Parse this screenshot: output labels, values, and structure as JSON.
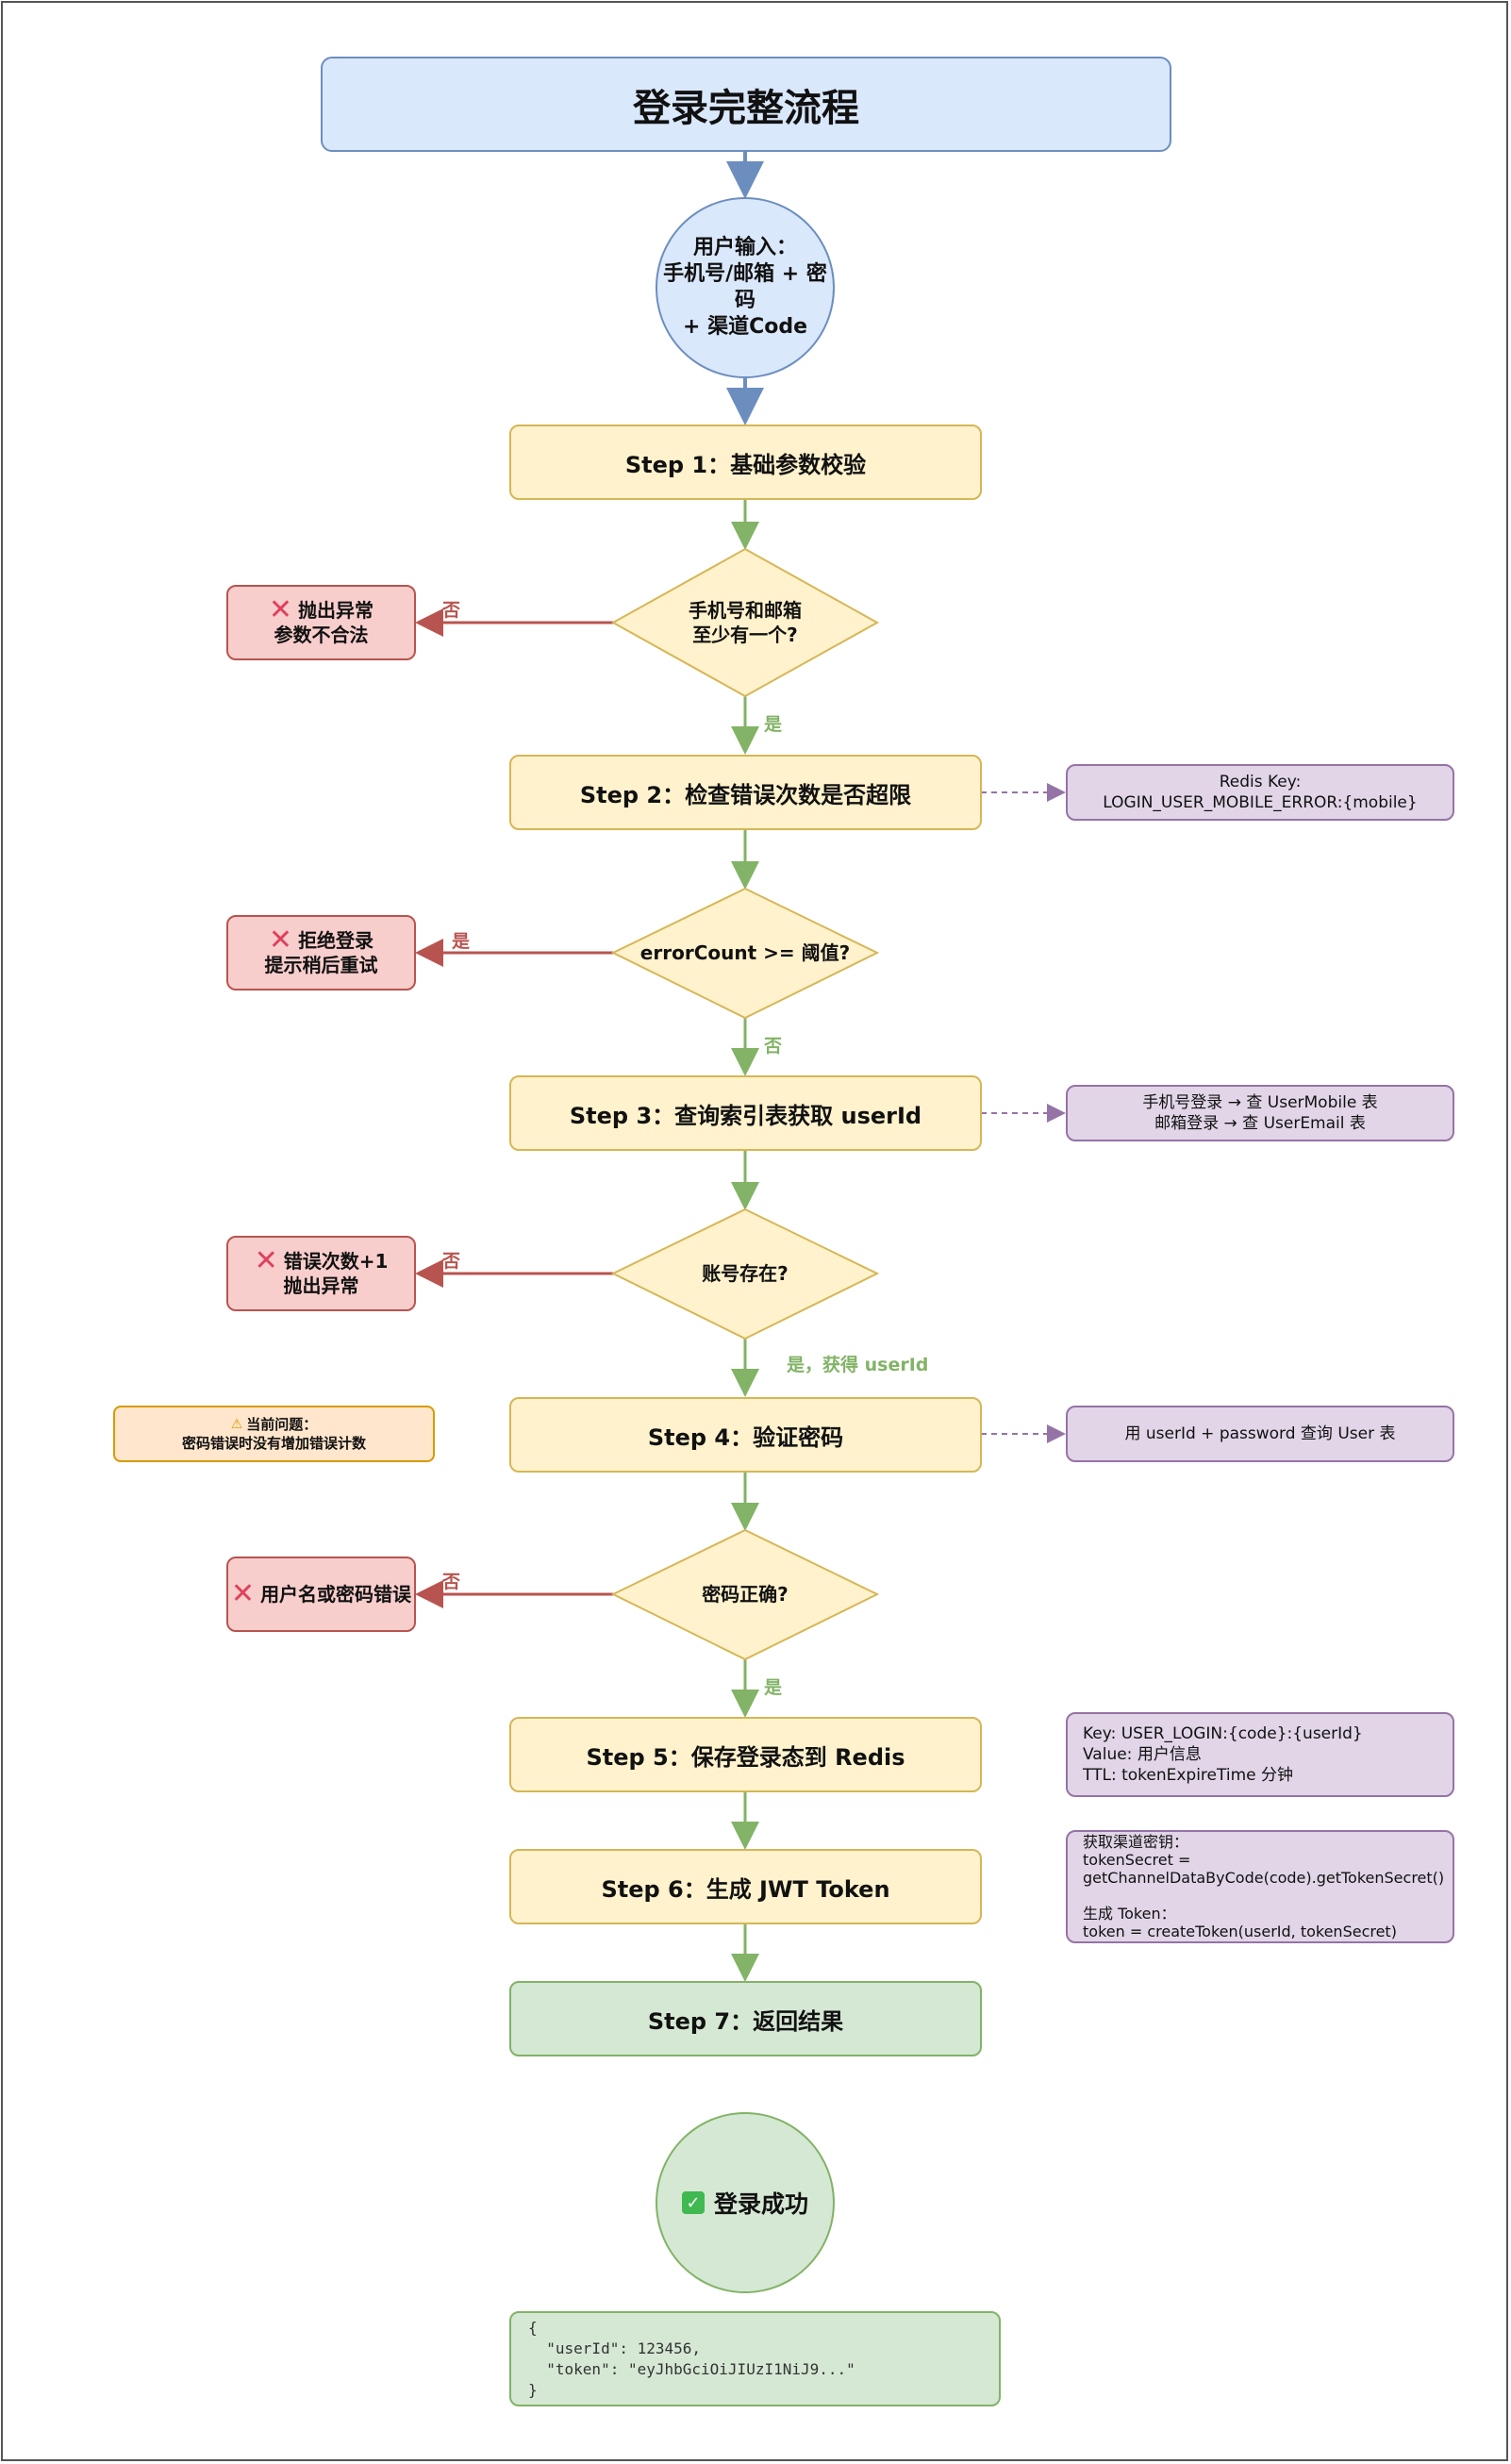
{
  "title": "登录完整流程",
  "start": {
    "line1": "用户输入：",
    "line2": "手机号/邮箱 + 密码",
    "line3": "+ 渠道Code"
  },
  "steps": {
    "s1": "Step 1：基础参数校验",
    "s2": "Step 2：检查错误次数是否超限",
    "s3": "Step 3：查询索引表获取 userId",
    "s4": "Step 4：验证密码",
    "s5": "Step 5：保存登录态到 Redis",
    "s6": "Step 6：生成 JWT Token",
    "s7": "Step 7：返回结果"
  },
  "decisions": {
    "d1": {
      "line1": "手机号和邮箱",
      "line2": "至少有一个?"
    },
    "d2": {
      "line1": "errorCount >= 阈值?"
    },
    "d3": {
      "line1": "账号存在?"
    },
    "d4": {
      "line1": "密码正确?"
    }
  },
  "errors": {
    "e1": {
      "line1": "抛出异常",
      "line2": "参数不合法"
    },
    "e2": {
      "line1": "拒绝登录",
      "line2": "提示稍后重试"
    },
    "e3": {
      "line1": "错误次数+1",
      "line2": "抛出异常"
    },
    "e4": {
      "line1": "用户名或密码错误"
    }
  },
  "labels": {
    "no": "否",
    "yes": "是",
    "yes_get_userid": "是，获得 userId"
  },
  "notes": {
    "n2": {
      "line1": "Redis Key:",
      "line2": "LOGIN_USER_MOBILE_ERROR:{mobile}"
    },
    "n3": {
      "line1": "手机号登录 → 查 UserMobile 表",
      "line2": "邮箱登录 → 查 UserEmail 表"
    },
    "n4": {
      "line1": "用 userId + password 查询 User 表"
    },
    "n5": {
      "line1": "Key: USER_LOGIN:{code}:{userId}",
      "line2": "Value: 用户信息",
      "line3": "TTL: tokenExpireTime 分钟"
    },
    "n6": {
      "line1": "获取渠道密钥：",
      "line2": "tokenSecret =",
      "line3": "getChannelDataByCode(code).getTokenSecret()",
      "line4": "生成 Token：",
      "line5": "token = createToken(userId, tokenSecret)"
    }
  },
  "warning": {
    "line1": "当前问题：",
    "line2": "密码错误时没有增加错误计数"
  },
  "success": "登录成功",
  "response_code": "{\n  \"userId\": 123456,\n  \"token\": \"eyJhbGciOiJIUzI1NiJ9...\"\n}",
  "colors": {
    "blue_fill": "#dae8fc",
    "step_fill": "#fff2cc",
    "error_fill": "#f8cecc",
    "note_fill": "#e1d5e7",
    "ok_fill": "#d5e8d4"
  }
}
